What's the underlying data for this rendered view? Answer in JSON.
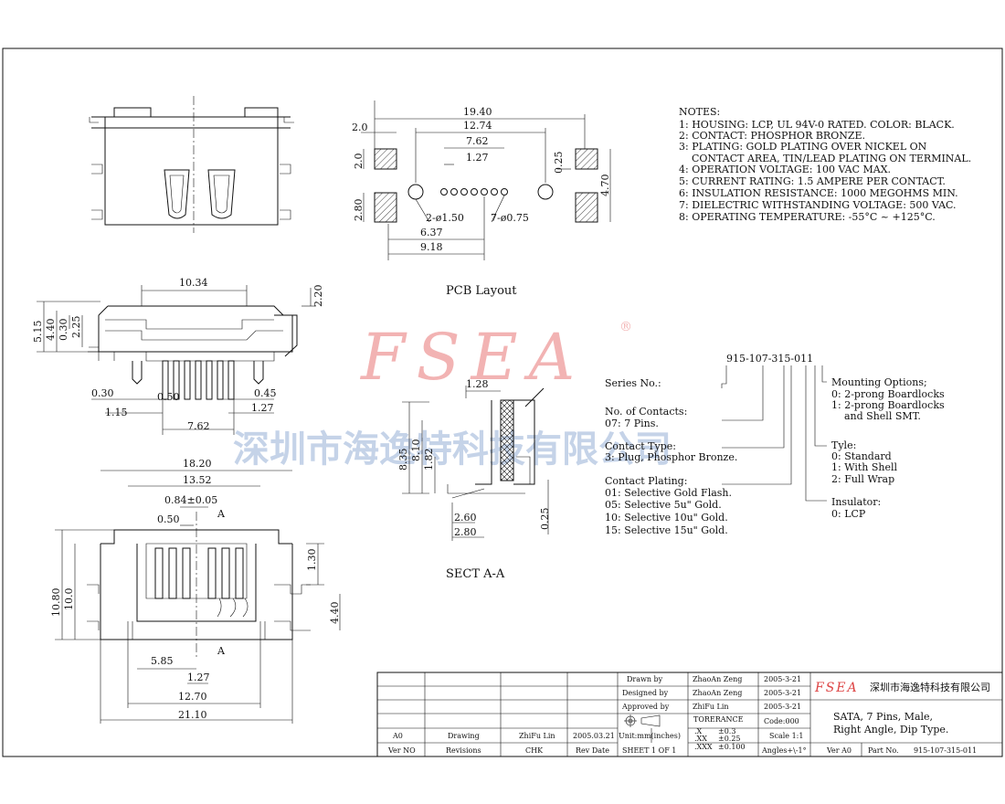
{
  "watermark": {
    "brand": "FSEA",
    "registered": "®",
    "company_cn": "深圳市海逸特科技有限公司"
  },
  "notes": {
    "heading": "NOTES:",
    "lines": [
      "1: HOUSING: LCP, UL 94V-0 RATED. COLOR: BLACK.",
      "2: CONTACT: PHOSPHOR BRONZE.",
      "3: PLATING: GOLD PLATING OVER NICKEL ON",
      "    CONTACT AREA, TIN/LEAD PLATING ON TERMINAL.",
      "4: OPERATION VOLTAGE: 100 VAC MAX.",
      "5: CURRENT RATING: 1.5 AMPERE PER CONTACT.",
      "6: INSULATION RESISTANCE: 1000 MEGOHMS MIN.",
      "7: DIELECTRIC WITHSTANDING VOLTAGE: 500 VAC.",
      "8: OPERATING TEMPERATURE: -55°C ~ +125°C."
    ]
  },
  "pcb": {
    "caption": "PCB Layout",
    "dims": {
      "d1940": "19.40",
      "d1274": "12.74",
      "d762": "7.62",
      "d127": "1.27",
      "d20a": "2.0",
      "d20b": "2.0",
      "d280": "2.80",
      "d025": "0.25",
      "d470": "4.70",
      "hole_big": "2-ø1.50",
      "hole_small": "7-ø0.75",
      "d637": "6.37",
      "d918": "9.18"
    }
  },
  "side": {
    "dims": {
      "d1034": "10.34",
      "d220": "2.20",
      "d515": "5.15",
      "d440": "4.40",
      "d030a": "0.30",
      "d225": "2.25",
      "d030b": "0.30",
      "d050": "0.50",
      "d045": "0.45",
      "d115": "1.15",
      "d127": "1.27",
      "d762": "7.62"
    }
  },
  "front": {
    "dims": {
      "d1820": "18.20",
      "d1352": "13.52",
      "d084": "0.84±0.05",
      "d050": "0.50",
      "secA": "A",
      "secA2": "A",
      "d1080": "10.80",
      "d100": "10.0",
      "d130": "1.30",
      "d440": "4.40",
      "d585": "5.85",
      "d127": "1.27",
      "d1270": "12.70",
      "d2110": "21.10"
    }
  },
  "section": {
    "caption": "SECT A-A",
    "dims": {
      "d128": "1.28",
      "d835": "8.35",
      "d810": "8.10",
      "d182": "1.82",
      "d025": "0.25",
      "d260": "2.60",
      "d280": "2.80"
    }
  },
  "part": {
    "number": "915-107-315-011",
    "left": [
      "Series No.:",
      "No. of Contacts:",
      "07: 7 Pins.",
      "Contact Type:",
      "3: Plug, Phosphor Bronze.",
      "Contact Plating:",
      "01: Selective Gold Flash.",
      "05: Selective 5u\" Gold.",
      "10: Selective 10u\" Gold.",
      "15: Selective 15u\" Gold."
    ],
    "right": [
      "Mounting Options;",
      "0: 2-prong Boardlocks",
      "1: 2-prong Boardlocks",
      "    and Shell SMT.",
      "Tyle:",
      "0: Standard",
      "1: With Shell",
      "2: Full Wrap",
      "Insulator:",
      "0: LCP"
    ]
  },
  "titleblock": {
    "drawn_lbl": "Drawn  by",
    "drawn_name": "ZhaoAn Zeng",
    "drawn_date": "2005-3-21",
    "designed_lbl": "Designed  by",
    "designed_name": "ZhaoAn Zeng",
    "designed_date": "2005-3-21",
    "approved_lbl": "Approved  by",
    "approved_name": "ZhiFu Lin",
    "approved_date": "2005-3-21",
    "tolerance": "TORERANCE",
    "code": "Code:000",
    "tol_x": ".X",
    "tol_x_v": "±0.3",
    "tol_xx": ".XX",
    "tol_xx_v": "±0.25",
    "tol_xxx": ".XXX",
    "tol_xxx_v": "±0.100",
    "scale": "Scale  1:1",
    "angles": "Angles+\\-1°",
    "units": "Unit:mm(inches)",
    "sheet": "SHEET  1  OF  1",
    "rev_a0": "A0",
    "rev_drawing": "Drawing",
    "rev_chk_name": "ZhiFu Lin",
    "rev_date": "2005.03.21",
    "hdr_ver": "Ver NO",
    "hdr_rev": "Revisions",
    "hdr_chk": "CHK",
    "hdr_date": "Rev Date",
    "logo": "FSEA",
    "company": "深圳市海逸特科技有限公司",
    "title1": "SATA, 7 Pins, Male,",
    "title2": "Right Angle, Dip Type.",
    "ver_lbl": "Ver A0",
    "partno_lbl": "Part No.",
    "partno": "915-107-315-011"
  },
  "colors": {
    "line": "#111111",
    "watermark_red": "#f2b3b3",
    "watermark_blue": "#c5d3e8"
  }
}
